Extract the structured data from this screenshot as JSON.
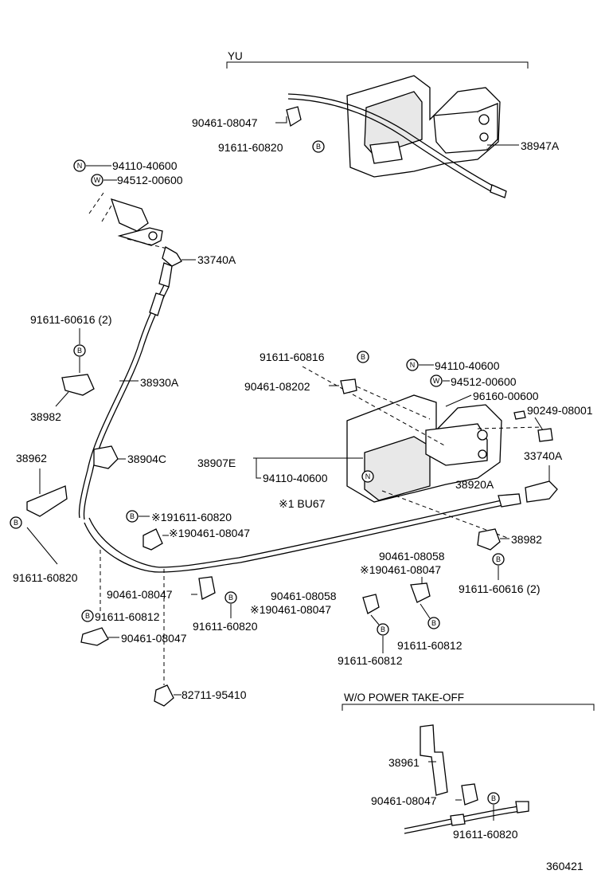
{
  "sections": {
    "yu": "YU",
    "wo_pto": "W/O POWER TAKE-OFF",
    "note": "※1 BU67"
  },
  "symbols": {
    "bolt": "B",
    "nut": "N",
    "washer": "W"
  },
  "labels": {
    "yu_clamp": "90461-08047",
    "yu_bolt": "91611-60820",
    "yu_bracket": "38947A",
    "nut_top": "94110-40600",
    "washer_top": "94512-00600",
    "lever_end_top": "33740A",
    "bolt_616_top": "91611-60616 (2)",
    "clamp_38982_left": "38982",
    "cable": "38930A",
    "bracket_38962": "38962",
    "grommet": "38904C",
    "bolt_left_bottom": "91611-60820",
    "bolt_816": "91611-60816",
    "clip_202": "90461-08202",
    "nut_right": "94110-40600",
    "washer_right": "94512-00600",
    "pin_96160": "96160-00600",
    "pin_90249": "90249-08001",
    "lever_end_right": "33740A",
    "housing": "38907E",
    "housing_nut": "94110-40600",
    "bracket_38920": "38920A",
    "clamp_38982_right": "38982",
    "bolt_616_right": "91611-60616 (2)",
    "note_bolt": "※191611-60820",
    "note_clamp": "※190461-08047",
    "clamp_058_right": "90461-08058",
    "clamp_note_right": "※190461-08047",
    "clamp_mid": "90461-08047",
    "bolt_mid": "91611-60820",
    "clamp_058_mid": "90461-08058",
    "clamp_note_mid": "※190461-08047",
    "bolt_812_right": "91611-60812",
    "bolt_812_mid": "91611-60812",
    "bolt_812_left": "91611-60812",
    "clamp_left": "90461-08047",
    "clip_82711": "82711-95410",
    "bracket_38961": "38961",
    "wo_clamp": "90461-08047",
    "wo_bolt": "91611-60820",
    "drawing_no": "360421"
  }
}
